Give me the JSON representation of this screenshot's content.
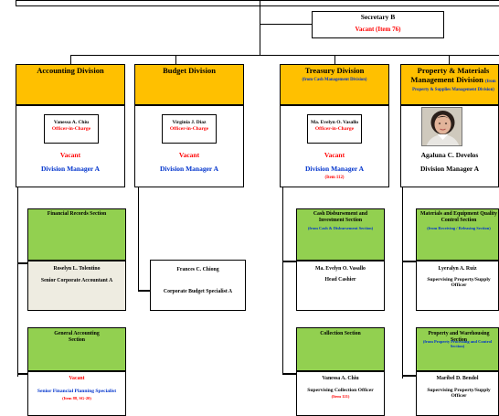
{
  "secretary": {
    "title": "Secretary B",
    "status": "Vacant  (Item 76)"
  },
  "divisions": [
    {
      "header": "Accounting Division",
      "sub": "",
      "oic_name": "Vanessa A. Chiu",
      "oic_role": "Officer-in-Charge",
      "status": "Vacant",
      "position": "Division Manager A",
      "item": ""
    },
    {
      "header": "Budget Division",
      "sub": "",
      "oic_name": "Virginia J. Diaz",
      "oic_role": "Officer-in-Charge",
      "status": "Vacant",
      "position": "Division Manager A",
      "item": ""
    },
    {
      "header": "Treasury Division",
      "sub": "(from Cash Management Division)",
      "oic_name": "Ma. Evelyn O. Vasallo",
      "oic_role": "Officer-in-Charge",
      "status": "Vacant",
      "position": "Division Manager A",
      "item": "(Item 112)"
    },
    {
      "header": "Property & Materials Management Division",
      "header_suffix": "(from",
      "sub": "Property & Supplies Management Division)",
      "name": "Agaluna C. Develos",
      "position": "Division Manager A"
    }
  ],
  "sections": {
    "financial_records": {
      "title": "Financial Records Section",
      "name": "Roselyn L. Tolentino",
      "position": "Senior Corporate Accountant A"
    },
    "general_accounting": {
      "title": "General Accounting Section",
      "status": "Vacant",
      "position": "Senior Financial Planning Specialist",
      "item": "(Item 88, SG-20)"
    },
    "budget_staff": {
      "name": "Frances C. Chiong",
      "position": "Corporate Budget Specialist A"
    },
    "cash_disbursement": {
      "title": "Cash Disbursement and Investment Section",
      "sub": "(from Cash & Disbursement Section)",
      "name": "Ma. Evelyn O. Vasallo",
      "position": "Head Cashier"
    },
    "collection": {
      "title": "Collection Section",
      "name": "Vanessa A. Chiu",
      "position": "Supervising Collection Officer",
      "item": "(Item 121)"
    },
    "materials_equipment": {
      "title": "Materials and Equipment Quality Control Section",
      "sub": "(from Receiving / Releasing Section)",
      "name": "Lyeralyn A. Ruiz",
      "position": "Supervising Property/Supply Officer"
    },
    "property_warehousing": {
      "title": "Property and Warehousing Section",
      "sub": "(from Property Processing and Control Section)",
      "name": "Maribel D. Bendol",
      "position": "Supervising Property/Supply Officer"
    }
  },
  "colors": {
    "header": "#ffc000",
    "section": "#92d050",
    "vacant": "#ff0000",
    "position": "#0033cc"
  }
}
